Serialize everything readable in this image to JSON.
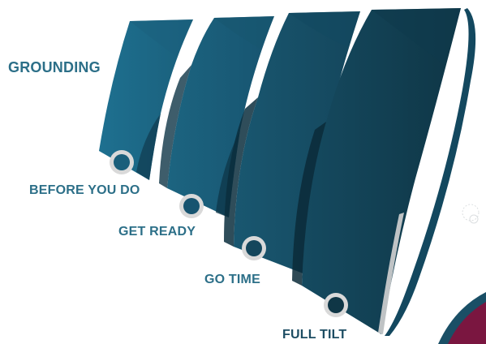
{
  "diagram": {
    "title_label": "GROUNDING",
    "stages": [
      {
        "label": "BEFORE YOU DO",
        "color": "#1e6e8c"
      },
      {
        "label": "GET READY",
        "color": "#1d5f79"
      },
      {
        "label": "GO TIME",
        "color": "#184e66"
      },
      {
        "label": "FULL TILT",
        "color": "#133f53"
      }
    ],
    "colors": {
      "label_text": "#2c6f88",
      "ring": "#d8d8d8",
      "accent_corner": "#7a1640"
    }
  }
}
